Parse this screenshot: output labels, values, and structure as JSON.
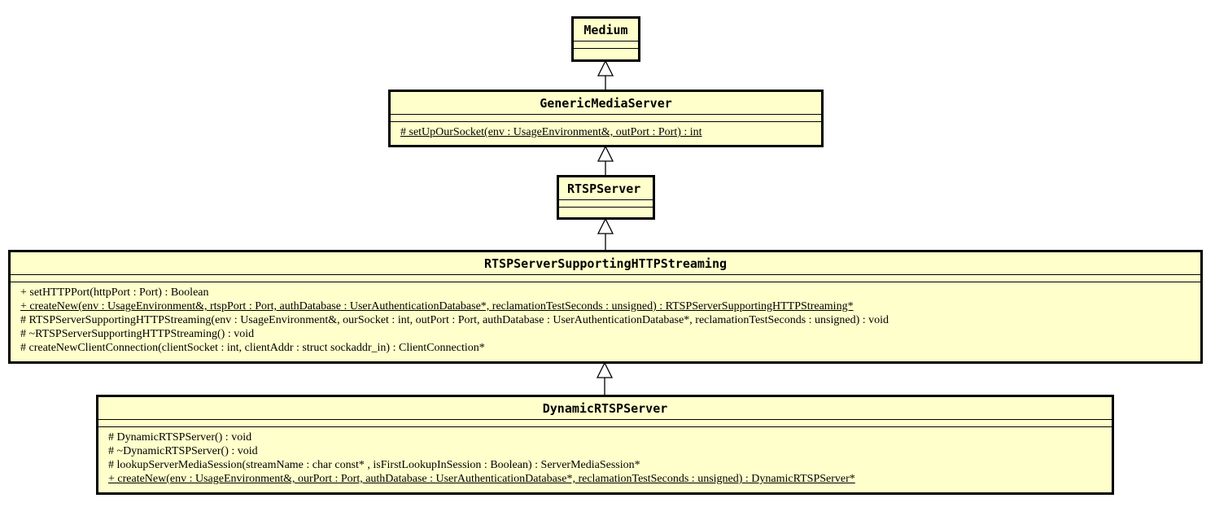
{
  "classes": {
    "medium": {
      "name": "Medium",
      "operations": []
    },
    "generic": {
      "name": "GenericMediaServer",
      "operations": [
        {
          "text": "# setUpOurSocket(env : UsageEnvironment&, outPort : Port) : int",
          "static": true
        }
      ]
    },
    "rtsp": {
      "name": "RTSPServer",
      "operations": []
    },
    "http": {
      "name": "RTSPServerSupportingHTTPStreaming",
      "operations": [
        {
          "text": "+ setHTTPPort(httpPort : Port) : Boolean",
          "static": false
        },
        {
          "text": "+ createNew(env : UsageEnvironment&, rtspPort : Port, authDatabase : UserAuthenticationDatabase*, reclamationTestSeconds : unsigned) : RTSPServerSupportingHTTPStreaming*",
          "static": true
        },
        {
          "text": "# RTSPServerSupportingHTTPStreaming(env : UsageEnvironment&, ourSocket : int, outPort : Port, authDatabase : UserAuthenticationDatabase*, reclamationTestSeconds : unsigned) : void",
          "static": false
        },
        {
          "text": "# ~RTSPServerSupportingHTTPStreaming() : void",
          "static": false
        },
        {
          "text": "# createNewClientConnection(clientSocket : int, clientAddr : struct sockaddr_in) : ClientConnection*",
          "static": false
        }
      ]
    },
    "dynamic": {
      "name": "DynamicRTSPServer",
      "operations": [
        {
          "text": "# DynamicRTSPServer() : void",
          "static": false
        },
        {
          "text": "# ~DynamicRTSPServer() : void",
          "static": false
        },
        {
          "text": "# lookupServerMediaSession(streamName : char const* , isFirstLookupInSession : Boolean) : ServerMediaSession*",
          "static": false
        },
        {
          "text": "+ createNew(env : UsageEnvironment&, ourPort : Port, authDatabase : UserAuthenticationDatabase*, reclamationTestSeconds : unsigned) : DynamicRTSPServer*",
          "static": true
        }
      ]
    }
  }
}
